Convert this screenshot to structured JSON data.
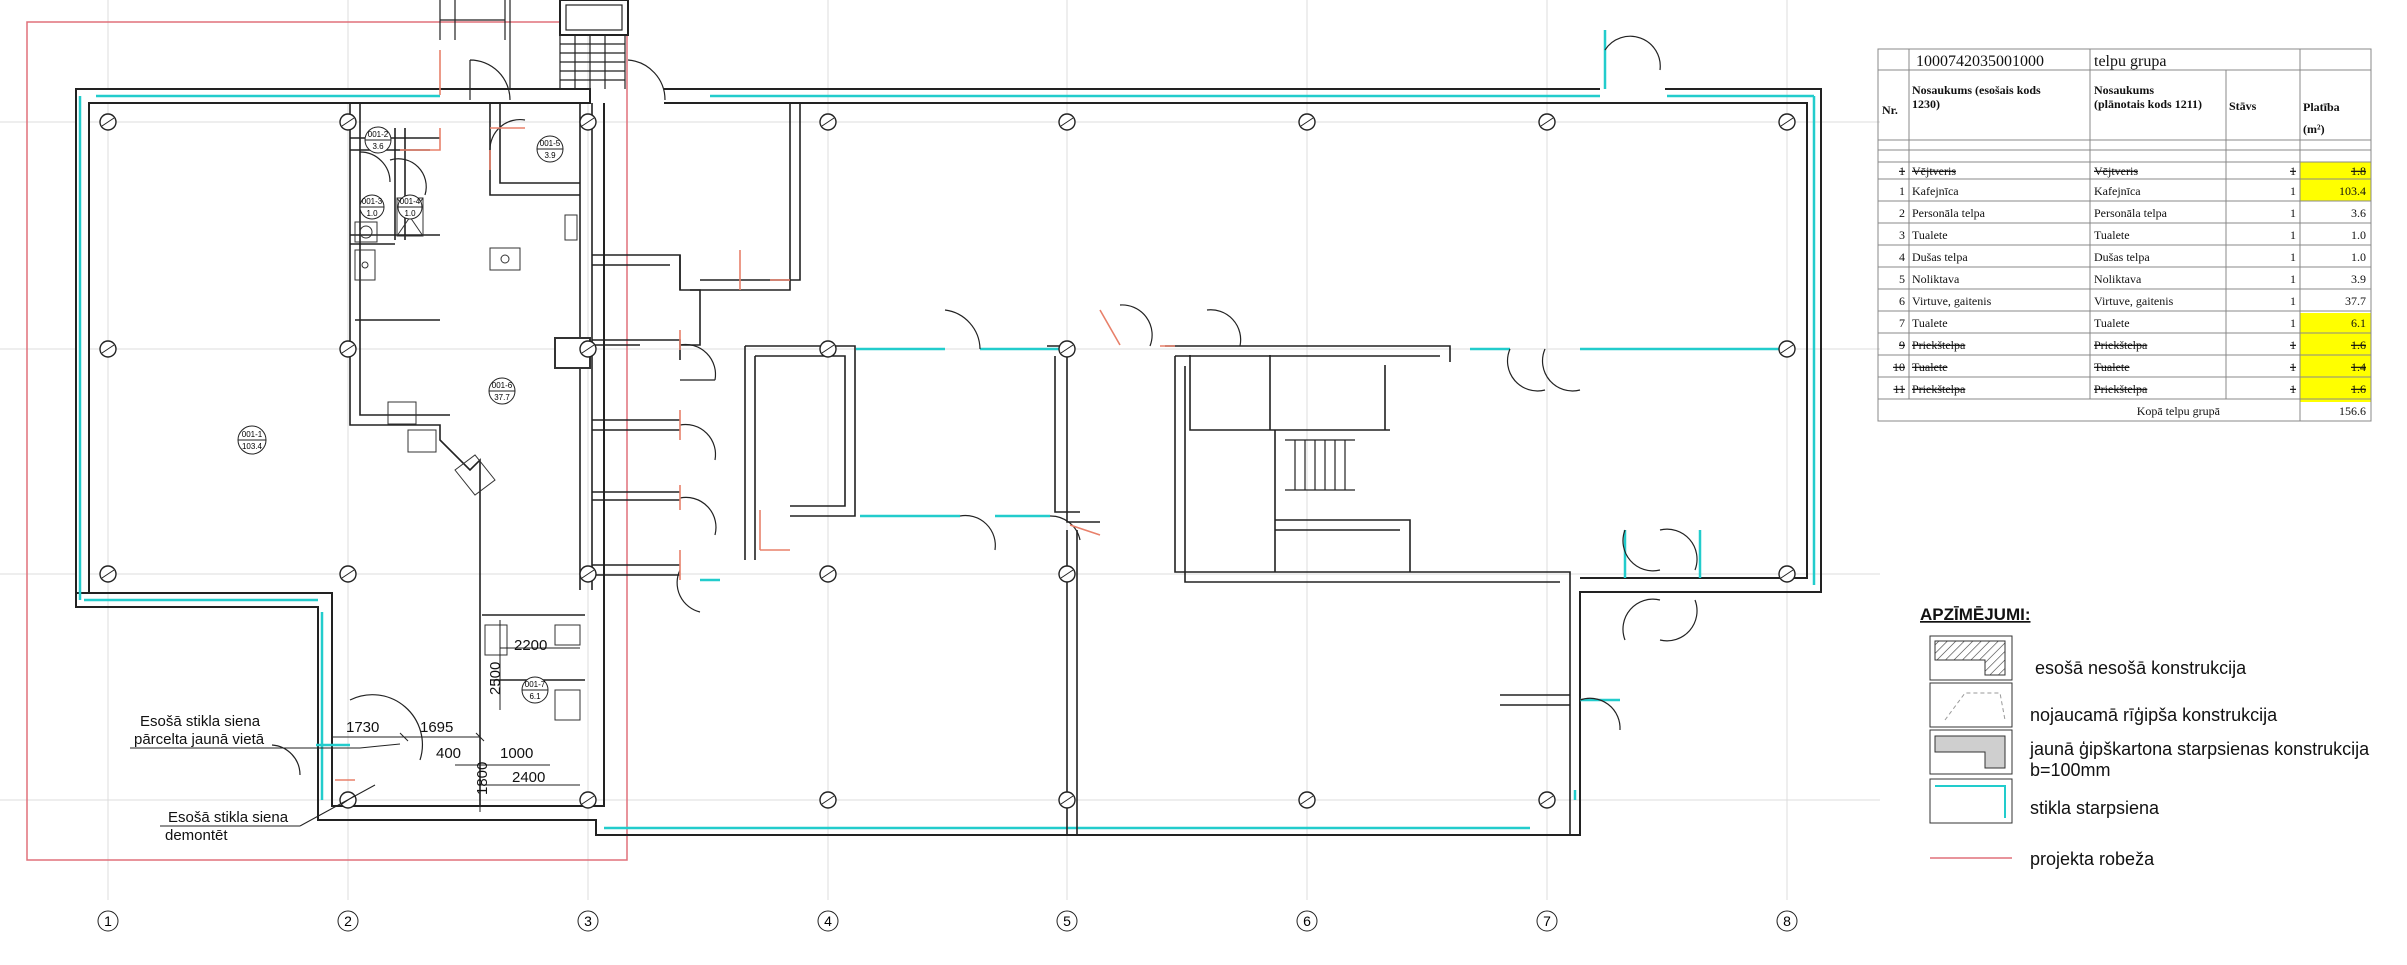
{
  "grid_labels": [
    "1",
    "2",
    "3",
    "4",
    "5",
    "6",
    "7",
    "8"
  ],
  "room_tags": [
    {
      "code": "001-1",
      "area": "103.4"
    },
    {
      "code": "001-2",
      "area": "3.6"
    },
    {
      "code": "001-3",
      "area": "1.0"
    },
    {
      "code": "001-4",
      "area": "1.0"
    },
    {
      "code": "001-5",
      "area": "3.9"
    },
    {
      "code": "001-6",
      "area": "37.7"
    },
    {
      "code": "001-7",
      "area": "6.1"
    }
  ],
  "dimensions": [
    "1730",
    "1695",
    "400",
    "1000",
    "2400",
    "2200",
    "2500",
    "1800"
  ],
  "notes": [
    {
      "lines": [
        "Esošā stikla siena",
        "pārcelta jaunā vietā"
      ]
    },
    {
      "lines": [
        "Esošā stikla siena",
        "demontēt"
      ]
    }
  ],
  "table": {
    "group_code": "1000742035001000",
    "group_label": "telpu grupa",
    "headers": {
      "nr": "Nr.",
      "existing": [
        "Nosaukums (esošais kods",
        "1230)"
      ],
      "planned": [
        "Nosaukums",
        "(plānotais kods 1211)"
      ],
      "floor": "Stāvs",
      "area": "Platība",
      "area_unit": "(m²)"
    },
    "rows": [
      {
        "nr": "1",
        "existing": "Vējtveris",
        "planned": "Vējtveris",
        "floor": "1",
        "area": "1.8",
        "strike": true,
        "highlight": true
      },
      {
        "nr": "1",
        "existing": "Kafejnīca",
        "planned": "Kafejnīca",
        "floor": "1",
        "area": "103.4",
        "strike": false,
        "highlight": true
      },
      {
        "nr": "2",
        "existing": "Personāla telpa",
        "planned": "Personāla telpa",
        "floor": "1",
        "area": "3.6",
        "strike": false,
        "highlight": false
      },
      {
        "nr": "3",
        "existing": "Tualete",
        "planned": "Tualete",
        "floor": "1",
        "area": "1.0",
        "strike": false,
        "highlight": false
      },
      {
        "nr": "4",
        "existing": "Dušas telpa",
        "planned": "Dušas telpa",
        "floor": "1",
        "area": "1.0",
        "strike": false,
        "highlight": false
      },
      {
        "nr": "5",
        "existing": "Noliktava",
        "planned": "Noliktava",
        "floor": "1",
        "area": "3.9",
        "strike": false,
        "highlight": false
      },
      {
        "nr": "6",
        "existing": "Virtuve, gaitenis",
        "planned": "Virtuve, gaitenis",
        "floor": "1",
        "area": "37.7",
        "strike": false,
        "highlight": false
      },
      {
        "nr": "7",
        "existing": "Tualete",
        "planned": "Tualete",
        "floor": "1",
        "area": "6.1",
        "strike": false,
        "highlight": true
      },
      {
        "nr": "9",
        "existing": "Priekštelpa",
        "planned": "Priekštelpa",
        "floor": "1",
        "area": "1.6",
        "strike": true,
        "highlight": true
      },
      {
        "nr": "10",
        "existing": "Tualete",
        "planned": "Tualete",
        "floor": "1",
        "area": "1.4",
        "strike": true,
        "highlight": true
      },
      {
        "nr": "11",
        "existing": "Priekštelpa",
        "planned": "Priekštelpa",
        "floor": "1",
        "area": "1.6",
        "strike": true,
        "highlight": true
      }
    ],
    "total_label": "Kopā telpu grupā",
    "total_value": "156.6",
    "highlight_color": "#ffff00"
  },
  "legend": {
    "title": "APZĪMĒJUMI:",
    "items": [
      {
        "kind": "hatch",
        "lines": [
          "esošā nesošā konstrukcija"
        ]
      },
      {
        "kind": "dashed",
        "lines": [
          "nojaucamā rīģipša konstrukcija"
        ]
      },
      {
        "kind": "gray",
        "lines": [
          "jaunā ģipškartona starpsienas konstrukcija",
          "b=100mm"
        ]
      },
      {
        "kind": "glass",
        "lines": [
          "stikla starpsiena"
        ]
      },
      {
        "kind": "boundary",
        "lines": [
          "projekta robeža"
        ]
      }
    ]
  },
  "colors": {
    "glass": "#22cccc",
    "boundary": "#e0707a",
    "demolish": "#e8806a",
    "wall": "#222222",
    "grid": "#d9d9d9"
  }
}
